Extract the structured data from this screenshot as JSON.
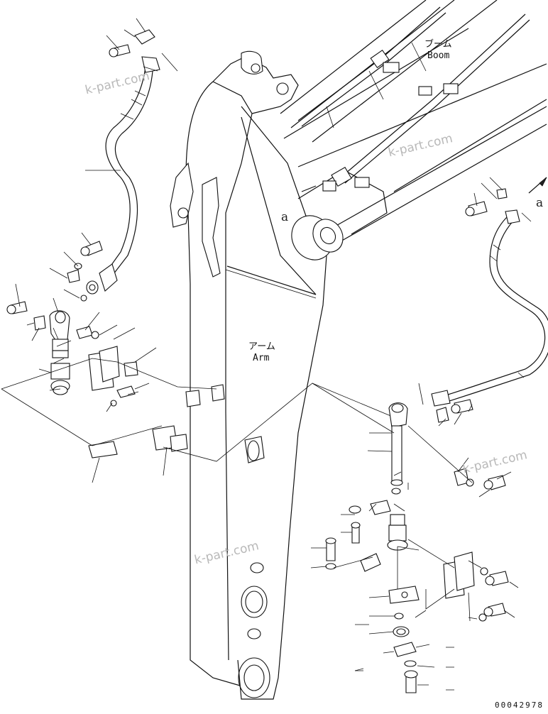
{
  "labels": {
    "boom_jp": "ブーム",
    "boom_en": "Boom",
    "arm_jp": "アーム",
    "arm_en": "Arm",
    "ref_a": "a"
  },
  "watermark": "k-part.com",
  "drawing_number": "00042978"
}
